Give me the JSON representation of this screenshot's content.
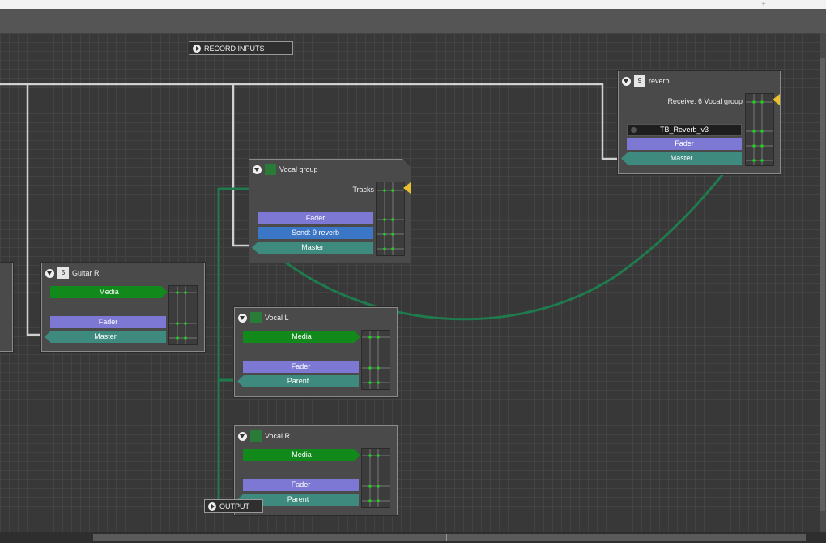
{
  "toolbar": {
    "record_inputs": "RECORD INPUTS",
    "output": "OUTPUT"
  },
  "nodes": {
    "reverb": {
      "number": "9",
      "title": "reverb",
      "receive": "Receive: 6 Vocal group",
      "plugin": "TB_Reverb_v3",
      "fader": "Fader",
      "master": "Master"
    },
    "vocal_group": {
      "title": "Vocal group",
      "tracks": "Tracks",
      "fader": "Fader",
      "send": "Send: 9 reverb",
      "master": "Master"
    },
    "guitar_r": {
      "number": "5",
      "title": "Guitar R",
      "media": "Media",
      "fader": "Fader",
      "master": "Master"
    },
    "vocal_l": {
      "title": "Vocal L",
      "media": "Media",
      "fader": "Fader",
      "parent": "Parent"
    },
    "vocal_r": {
      "title": "Vocal R",
      "media": "Media",
      "fader": "Fader",
      "parent": "Parent"
    }
  },
  "colors": {
    "media": "#11891b",
    "fader": "#7d78d4",
    "send": "#3c76c6",
    "master": "#3e8a7e",
    "wire_white": "#d0d0d0",
    "wire_green": "#1f7a4d",
    "accent_yellow": "#e8c030"
  }
}
